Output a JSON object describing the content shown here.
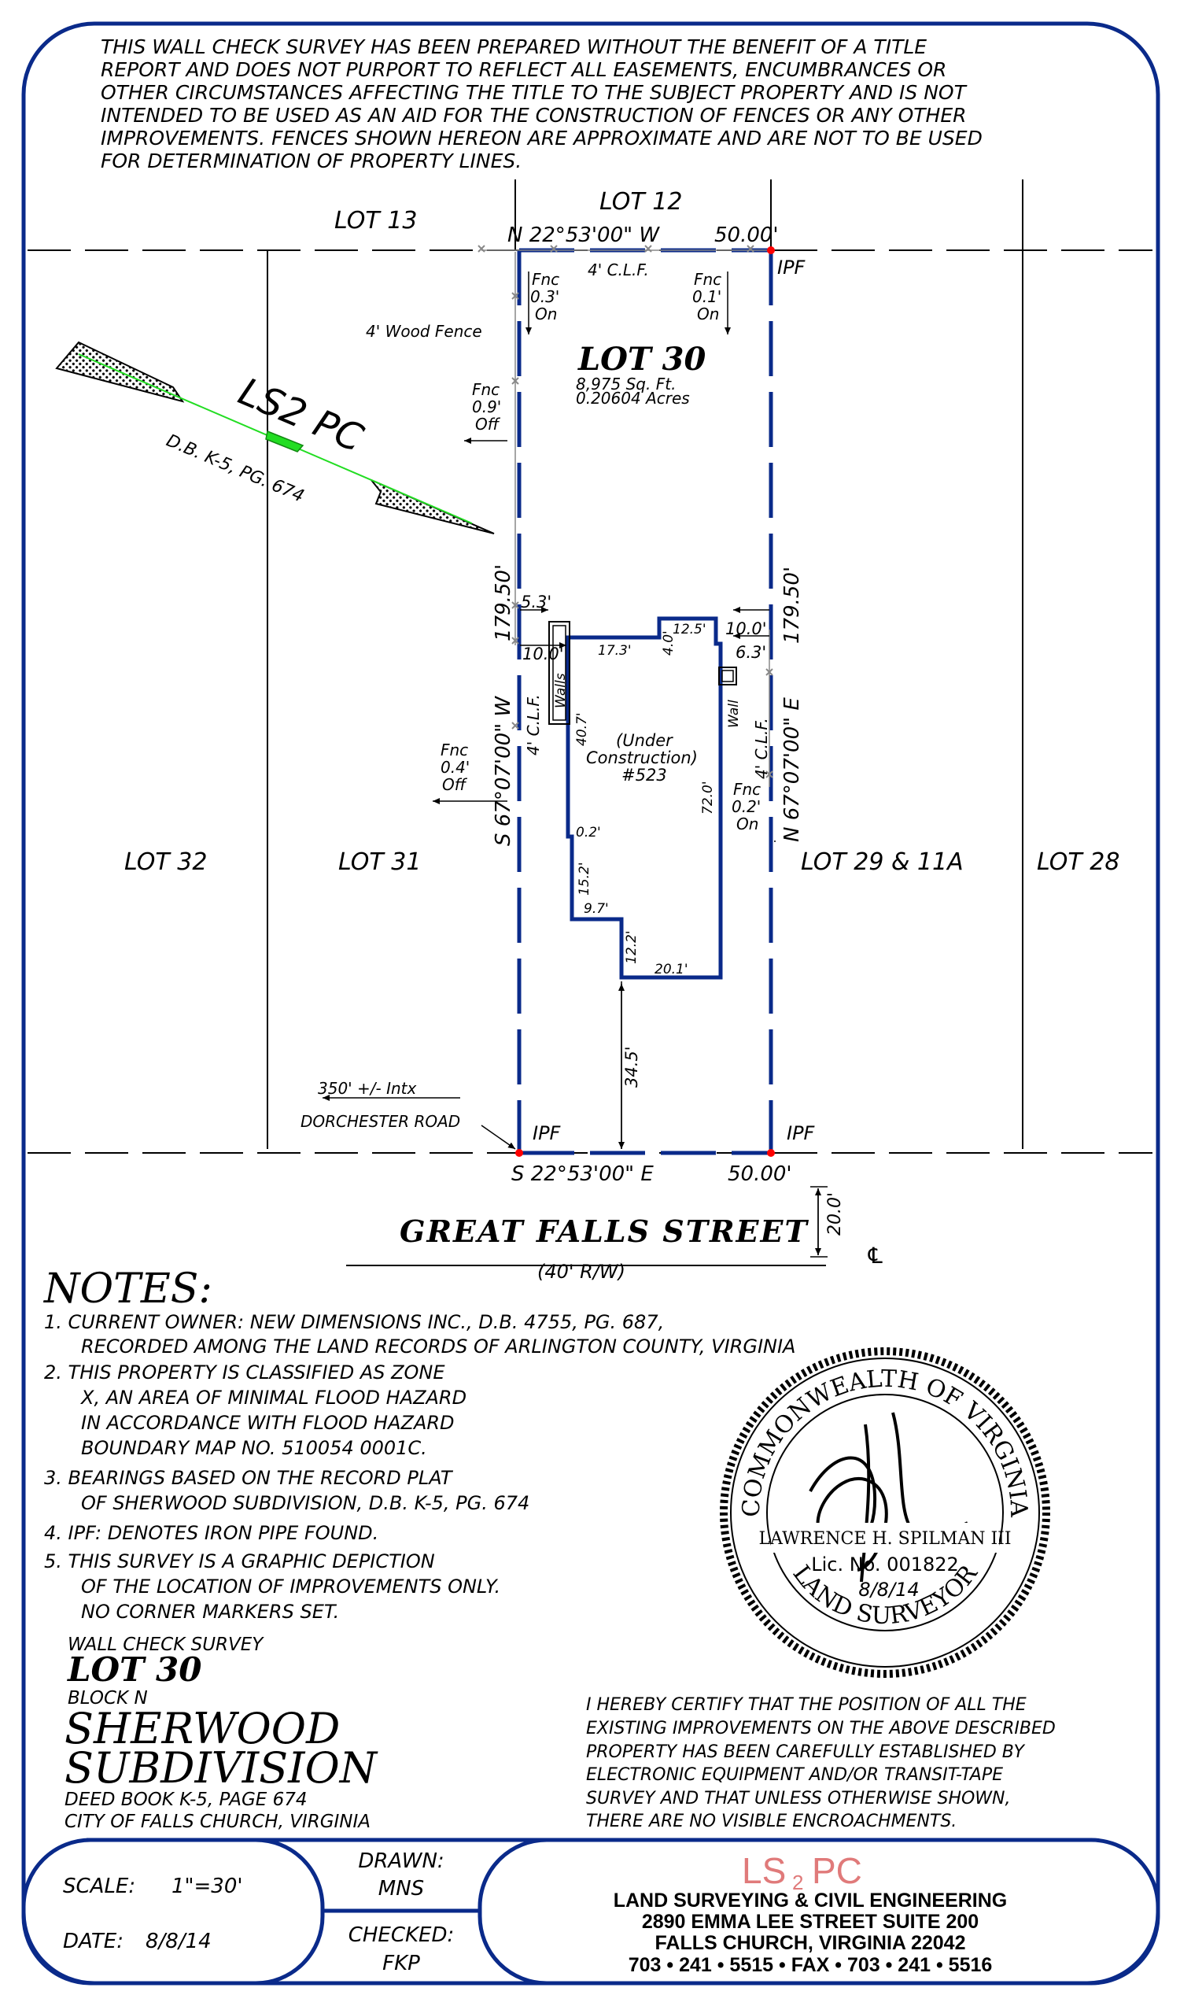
{
  "disclaimer": {
    "lines": [
      "THIS WALL CHECK SURVEY HAS BEEN PREPARED WITHOUT THE BENEFIT OF A TITLE",
      "REPORT AND DOES NOT PURPORT TO REFLECT ALL EASEMENTS, ENCUMBRANCES OR",
      "OTHER CIRCUMSTANCES AFFECTING THE TITLE TO THE SUBJECT PROPERTY AND IS NOT",
      "INTENDED TO BE USED AS AN AID FOR THE CONSTRUCTION OF FENCES OR ANY OTHER",
      "IMPROVEMENTS. FENCES SHOWN HEREON ARE APPROXIMATE AND ARE NOT TO BE USED",
      "FOR DETERMINATION OF PROPERTY LINES."
    ]
  },
  "plat": {
    "lots": {
      "lot13": "LOT 13",
      "lot12": "LOT 12",
      "lot32": "LOT 32",
      "lot31": "LOT 31",
      "lot29": "LOT 29 & 11A",
      "lot28": "LOT 28"
    },
    "subject": {
      "title": "LOT 30",
      "sqft": "8,975 Sq. Ft.",
      "acres": "0.20604 Acres"
    },
    "bearings": {
      "north": "N 22°53'00\" W",
      "north_dist": "50.00'",
      "south": "S 22°53'00\" E",
      "south_dist": "50.00'",
      "west": "S 67°07'00\" W",
      "west_dist": "179.50'",
      "east": "N 67°07'00\" E",
      "east_dist": "179.50'"
    },
    "fences": {
      "clf_top": "4' C.L.F.",
      "clf_left": "4' C.L.F.",
      "clf_right": "4' C.L.F.",
      "wood": "4' Wood Fence",
      "f1": [
        "Fnc",
        "0.3'",
        "On"
      ],
      "f2": [
        "Fnc",
        "0.1'",
        "On"
      ],
      "f3": [
        "Fnc",
        "0.9'",
        "Off"
      ],
      "f4": [
        "Fnc",
        "0.4'",
        "Off"
      ],
      "f5": [
        "Fnc",
        "0.2'",
        "On"
      ]
    },
    "ipf": {
      "tr": "IPF",
      "bl": "IPF",
      "br": "IPF"
    },
    "house": {
      "status": "(Under",
      "status2": "Construction)",
      "number": "#523",
      "dims": {
        "d173": "17.3'",
        "d40": "4.0'",
        "d125": "12.5'",
        "d407": "40.7'",
        "d720": "72.0'",
        "d02": "0.2'",
        "d152": "15.2'",
        "d97": "9.7'",
        "d122": "12.2'",
        "d201": "20.1'",
        "d345": "34.5'"
      },
      "walls": "Walls",
      "wall": "Wall"
    },
    "setbacks": {
      "left_top": "5.3'",
      "left": "10.0'",
      "right": "10.0'",
      "right2": "6.3'"
    },
    "neighbor": {
      "name": "LS2 PC",
      "deed": "D.B. K-5, PG. 674"
    },
    "intx": {
      "dist": "350' +/- Intx",
      "road": "DORCHESTER ROAD"
    },
    "street": {
      "name": "GREAT FALLS STREET",
      "row": "(40' R/W)",
      "half": "20.0'",
      "cl": "℄"
    }
  },
  "notes": {
    "title": "NOTES:",
    "lines": [
      "1. CURRENT OWNER: NEW DIMENSIONS INC., D.B. 4755, PG. 687,",
      "RECORDED AMONG THE LAND RECORDS OF ARLINGTON COUNTY, VIRGINIA",
      "2. THIS PROPERTY IS CLASSIFIED AS ZONE",
      "X, AN AREA OF MINIMAL FLOOD HAZARD",
      "IN ACCORDANCE WITH FLOOD HAZARD",
      "BOUNDARY MAP NO. 510054 0001C.",
      "3. BEARINGS BASED ON THE RECORD PLAT",
      "OF SHERWOOD SUBDIVISION, D.B. K-5, PG. 674",
      "4. IPF: DENOTES IRON PIPE FOUND.",
      "5. THIS SURVEY IS A GRAPHIC DEPICTION",
      "OF THE LOCATION OF IMPROVEMENTS ONLY.",
      "NO CORNER MARKERS SET."
    ]
  },
  "seal": {
    "top_text": "COMMONWEALTH OF VIRGINIA",
    "bottom_text": "LAND SURVEYOR",
    "name": "LAWRENCE H. SPILMAN III",
    "lic": "Lic. No. 001822",
    "date": "8/8/14"
  },
  "title_block": {
    "survey_type": "WALL CHECK SURVEY",
    "lot": "LOT 30",
    "block": "BLOCK N",
    "sub1": "SHERWOOD",
    "sub2": "SUBDIVISION",
    "deed": "DEED BOOK K-5, PAGE 674",
    "city": "CITY OF FALLS CHURCH, VIRGINIA"
  },
  "certification": {
    "lines": [
      "I HEREBY CERTIFY THAT THE POSITION OF ALL THE",
      "EXISTING IMPROVEMENTS ON THE ABOVE DESCRIBED",
      "PROPERTY HAS BEEN CAREFULLY ESTABLISHED BY",
      "ELECTRONIC EQUIPMENT AND/OR TRANSIT-TAPE",
      "SURVEY AND THAT UNLESS OTHERWISE SHOWN,",
      "THERE ARE NO VISIBLE ENCROACHMENTS."
    ]
  },
  "footer": {
    "scale_label": "SCALE:",
    "scale_value": "1\"=30'",
    "date_label": "DATE:",
    "date_value": "8/8/14",
    "drawn_label": "DRAWN:",
    "drawn_value": "MNS",
    "checked_label": "CHECKED:",
    "checked_value": "FKP",
    "logo_a": "LS",
    "logo_b": "2",
    "logo_c": "PC",
    "company": [
      "LAND SURVEYING & CIVIL ENGINEERING",
      "2890 EMMA LEE STREET  SUITE 200",
      "FALLS CHURCH, VIRGINIA 22042",
      "703 • 241 • 5515 • FAX • 703 • 241 • 5516"
    ]
  },
  "colors": {
    "border": "#0a2a8a",
    "line": "#0a2a8a",
    "green": "#22dd22",
    "ipf": "#ff0000",
    "logo": "#e07a7a"
  }
}
